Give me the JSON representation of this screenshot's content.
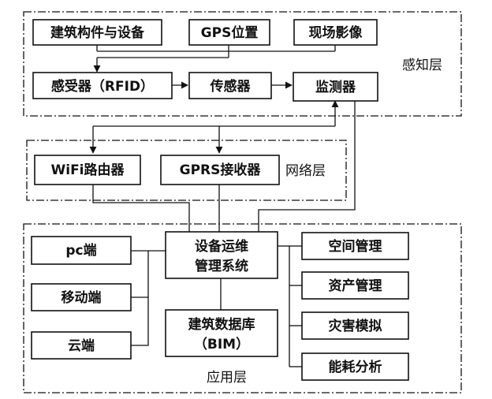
{
  "layers": {
    "perception": "感知层",
    "network": "网络层",
    "application": "应用层"
  },
  "nodes": {
    "building_components": "建筑构件与设备",
    "gps_position": "GPS位置",
    "site_images": "现场影像",
    "rfid_receiver": "感受器（RFID）",
    "sensor": "传感器",
    "monitor": "监测器",
    "wifi_router": "WiFi路由器",
    "gprs_receiver": "GPRS接收器",
    "ops_system_line1": "设备运维",
    "ops_system_line2": "管理系统",
    "pc_client": "pc端",
    "mobile_client": "移动端",
    "cloud_client": "云端",
    "building_db_line1": "建筑数据库",
    "building_db_line2": "（BIM）",
    "space_mgmt": "空间管理",
    "asset_mgmt": "资产管理",
    "disaster_sim": "灾害模拟",
    "energy_analysis": "能耗分析"
  }
}
